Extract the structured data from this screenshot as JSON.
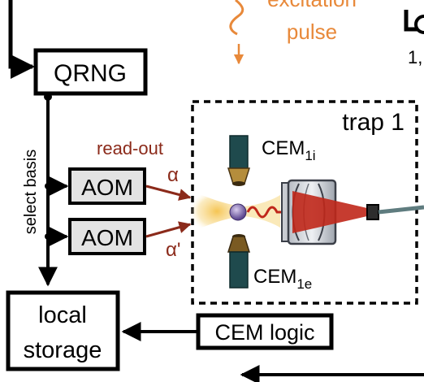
{
  "blocks": {
    "qrng": "QRNG",
    "aom_top": "AOM",
    "aom_bottom": "AOM",
    "local_storage_line1": "local",
    "local_storage_line2": "storage",
    "cem_logic": "CEM logic"
  },
  "labels": {
    "excitation": "excitation",
    "pulse": "pulse",
    "select_basis": "select basis",
    "read_out": "read-out",
    "alpha": "α",
    "alpha_prime": "α'",
    "trap": "trap 1",
    "cem_i_base": "CEM",
    "cem_i_sub": "1i",
    "cem_e_base": "CEM",
    "cem_e_sub": "1e",
    "corner_text": "1,"
  },
  "colors": {
    "orange": "#e8893a",
    "darkred": "#8b2a1a",
    "teal": "#1f4a4d",
    "laser_red": "#c0271a",
    "beam_yellow": "#f7d67a",
    "atom": "#7a5fa8"
  }
}
